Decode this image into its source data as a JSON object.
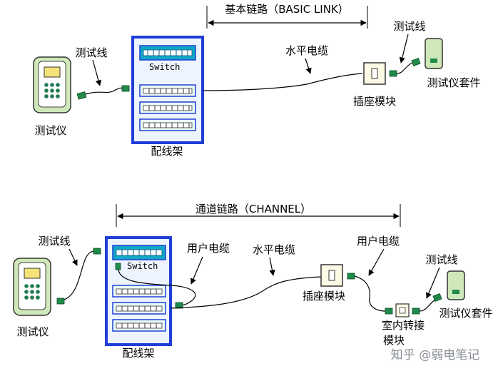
{
  "top": {
    "link_label": "基本链路（BASIC  LINK）",
    "tester_label": "测试仪",
    "test_cord_left": "测试线",
    "switch_label": "Switch",
    "patch_panel_label": "配线架",
    "horizontal_cable": "水平电缆",
    "outlet_module": "插座模块",
    "test_cord_right": "测试线",
    "tester_kit": "测试仪套件"
  },
  "bottom": {
    "link_label": "通道链路（CHANNEL）",
    "tester_label": "测试仪",
    "test_cord_left": "测试线",
    "switch_label": "Switch",
    "patch_panel_label": "配线架",
    "user_cable_left": "用户电缆",
    "horizontal_cable": "水平电缆",
    "outlet_module": "插座模块",
    "user_cable_right": "用户电缆",
    "indoor_adapter_line1": "室内转接",
    "indoor_adapter_line2": "模块",
    "test_cord_right": "测试线",
    "tester_kit": "测试仪套件"
  },
  "watermark": "知乎 @弱电笔记",
  "colors": {
    "rack_blue": "#1f3fd6",
    "rack_fill": "#eef4ff",
    "switch_cyan": "#12a7c8",
    "tester_green": "#cfe8b9",
    "connector_green": "#1f8a4a",
    "screen_yellow": "#f5e37a"
  }
}
